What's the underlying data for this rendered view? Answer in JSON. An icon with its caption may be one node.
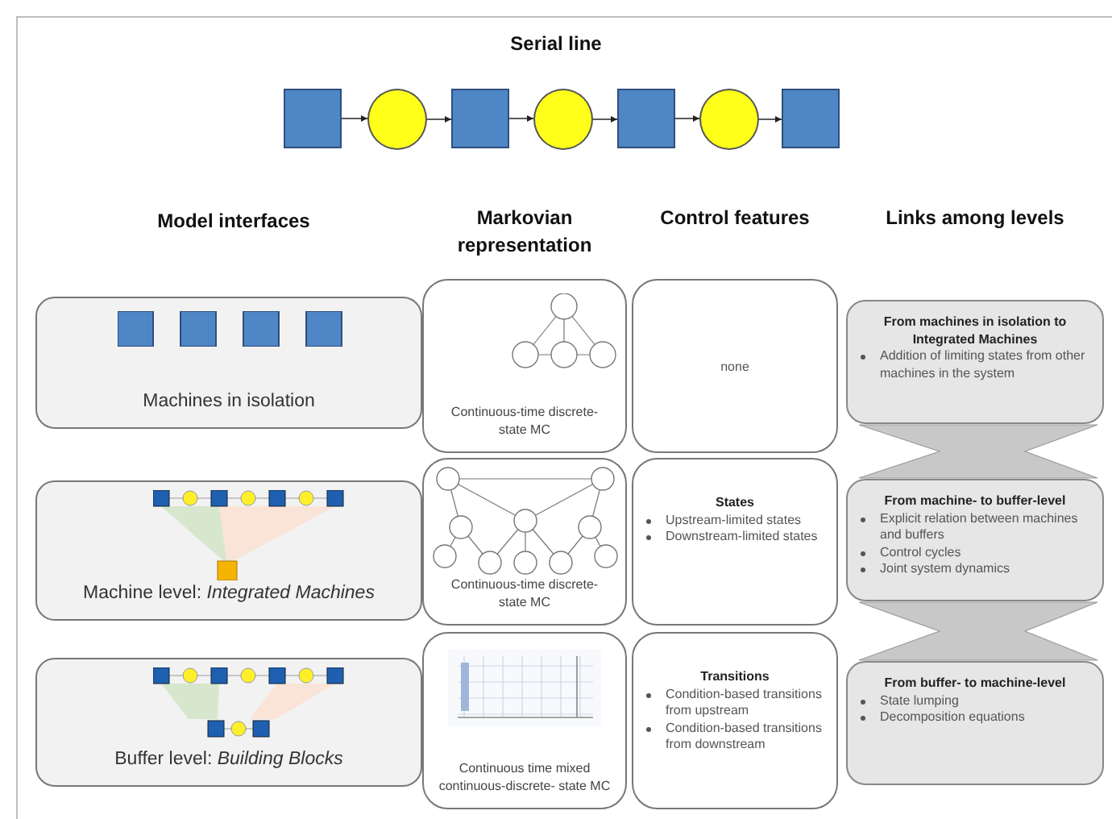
{
  "diagram": {
    "title": "Serial line",
    "nodes": [
      {
        "text": [],
        "shape": "box"
      },
      {
        "text": [],
        "shape": "circle"
      },
      {
        "text": [],
        "shape": "box"
      },
      {
        "text": [],
        "shape": "circle"
      },
      {
        "text": [],
        "shape": "box"
      },
      {
        "text": [],
        "shape": "circle"
      },
      {
        "text": [],
        "shape": "box"
      },
      {
        "text": [
          "Machines in isolation"
        ]
      },
      {
        "text": [
          "Continuous-time discrete- state MC"
        ]
      },
      {
        "text": [
          "none"
        ]
      },
      {
        "text": [
          "From machines in isolation to Integrated Machines",
          "Addition of limiting states from other machines in the system"
        ]
      },
      {
        "text": [
          "Machine level: *Integrated Machines*"
        ]
      },
      {
        "text": [
          "Continuous-time discrete- state MC"
        ]
      },
      {
        "text": [
          "States",
          "Upstream-limited states",
          "Downstream-limited states"
        ]
      },
      {
        "text": [
          "From machine- to buffer-level",
          "Explicit relation between machines and buffers",
          "Control cycles",
          "Joint system dynamics"
        ]
      },
      {
        "text": [
          "Buffer level: *Building Blocks*"
        ]
      },
      {
        "text": [
          "Continuous time mixed continuous-discrete- state MC"
        ]
      },
      {
        "text": [
          "Transitions",
          "Condition-based transitions from upstream",
          "Condition-based transitions from downstream"
        ]
      },
      {
        "text": [
          "From buffer- to machine-level",
          "State lumping",
          "Decomposition equations"
        ]
      },
      {
        "text": [],
        "shape": "hourglass"
      },
      {
        "text": [],
        "shape": "hourglass"
      }
    ],
    "edges": [
      {
        "from": 0,
        "to": 1,
        "arrow": "to"
      },
      {
        "from": 1,
        "to": 2,
        "arrow": "to"
      },
      {
        "from": 2,
        "to": 3,
        "arrow": "to"
      },
      {
        "from": 3,
        "to": 4,
        "arrow": "to"
      },
      {
        "from": 4,
        "to": 5,
        "arrow": "to"
      },
      {
        "from": 5,
        "to": 6,
        "arrow": "to"
      }
    ],
    "labels": [
      "Model interfaces",
      "Markovian representation",
      "Control features",
      "Links among levels"
    ]
  }
}
